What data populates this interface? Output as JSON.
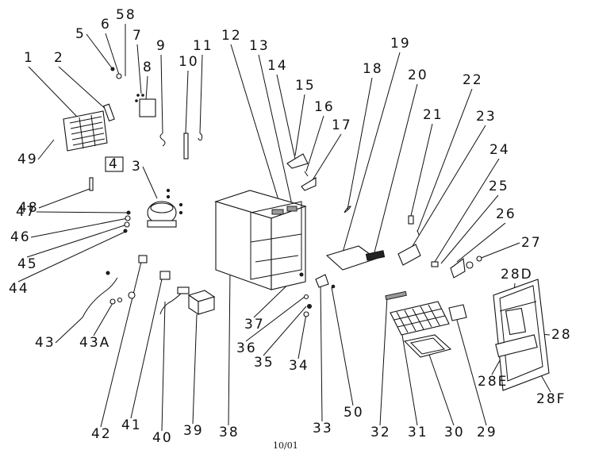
{
  "callouts": [
    "1",
    "2",
    "3",
    "4",
    "5",
    "6",
    "7",
    "8",
    "9",
    "10",
    "11",
    "12",
    "13",
    "14",
    "15",
    "16",
    "17",
    "18",
    "19",
    "20",
    "21",
    "22",
    "23",
    "24",
    "25",
    "26",
    "27",
    "28",
    "28D",
    "28E",
    "28F",
    "29",
    "30",
    "31",
    "32",
    "33",
    "34",
    "35",
    "36",
    "37",
    "38",
    "39",
    "40",
    "41",
    "42",
    "43",
    "43A",
    "44",
    "45",
    "46",
    "47",
    "48",
    "49",
    "50",
    "58"
  ],
  "footer": "10/01"
}
